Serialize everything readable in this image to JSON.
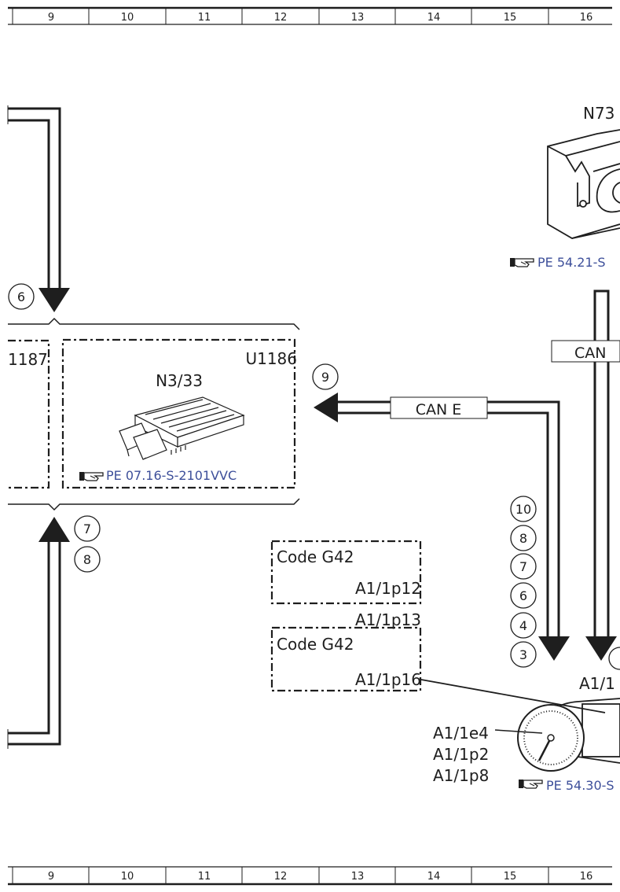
{
  "grid_numbers": [
    "9",
    "10",
    "11",
    "12",
    "13",
    "14",
    "15",
    "16"
  ],
  "modules": {
    "left_code": "1187",
    "center_code": "U1186",
    "center_name": "N3/33",
    "center_ref": "PE 07.16-S-2101VVC",
    "top_right_name": "N73",
    "top_right_ref": "PE 54.21-S",
    "gauge_ref": "PE 54.30-S"
  },
  "bus": {
    "label_left": "CAN E",
    "label_right": "CAN"
  },
  "circles": {
    "left_top": "6",
    "left_bottom_1": "7",
    "left_bottom_2": "8",
    "near_can": "9",
    "stack": [
      "10",
      "8",
      "7",
      "6",
      "4",
      "3"
    ]
  },
  "code_boxes": [
    {
      "title": "Code G42",
      "pin": "A1/1p12"
    },
    {
      "title": "Code G42",
      "pin": "A1/1p16"
    }
  ],
  "between_pin": "A1/1p13",
  "right_pin": "A1/1",
  "gauge_pins": [
    "A1/1e4",
    "A1/1p2",
    "A1/1p8"
  ]
}
